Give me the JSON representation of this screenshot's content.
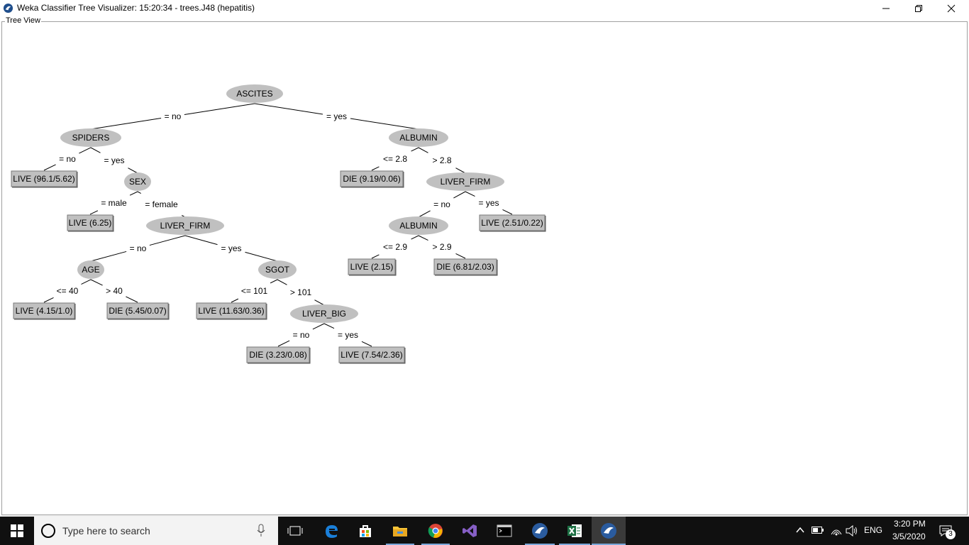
{
  "window": {
    "title": "Weka Classifier Tree Visualizer: 15:20:34 - trees.J48 (hepatitis)",
    "panel_title": "Tree View"
  },
  "tree": {
    "nodes": [
      {
        "id": "n_ascites",
        "label": "ASCITES",
        "kind": "attr"
      },
      {
        "id": "n_spiders",
        "label": "SPIDERS",
        "kind": "attr"
      },
      {
        "id": "n_albumin1",
        "label": "ALBUMIN",
        "kind": "attr"
      },
      {
        "id": "l1",
        "label": "LIVE (96.1/5.62)",
        "kind": "leaf"
      },
      {
        "id": "n_sex",
        "label": "SEX",
        "kind": "attr"
      },
      {
        "id": "l2",
        "label": "DIE (9.19/0.06)",
        "kind": "leaf"
      },
      {
        "id": "n_liverfirm2",
        "label": "LIVER_FIRM",
        "kind": "attr"
      },
      {
        "id": "l3",
        "label": "LIVE (6.25)",
        "kind": "leaf"
      },
      {
        "id": "n_liverfirm1",
        "label": "LIVER_FIRM",
        "kind": "attr"
      },
      {
        "id": "n_albumin2",
        "label": "ALBUMIN",
        "kind": "attr"
      },
      {
        "id": "l4",
        "label": "LIVE (2.51/0.22)",
        "kind": "leaf"
      },
      {
        "id": "n_age",
        "label": "AGE",
        "kind": "attr"
      },
      {
        "id": "n_sgot",
        "label": "SGOT",
        "kind": "attr"
      },
      {
        "id": "l5",
        "label": "LIVE (2.15)",
        "kind": "leaf"
      },
      {
        "id": "l6",
        "label": "DIE (6.81/2.03)",
        "kind": "leaf"
      },
      {
        "id": "l7",
        "label": "LIVE (4.15/1.0)",
        "kind": "leaf"
      },
      {
        "id": "l8",
        "label": "DIE (5.45/0.07)",
        "kind": "leaf"
      },
      {
        "id": "l9",
        "label": "LIVE (11.63/0.36)",
        "kind": "leaf"
      },
      {
        "id": "n_liverbig",
        "label": "LIVER_BIG",
        "kind": "attr"
      },
      {
        "id": "l10",
        "label": "DIE (3.23/0.08)",
        "kind": "leaf"
      },
      {
        "id": "l11",
        "label": "LIVE (7.54/2.36)",
        "kind": "leaf"
      }
    ],
    "edges": [
      {
        "from": "n_ascites",
        "to": "n_spiders",
        "label": "= no"
      },
      {
        "from": "n_ascites",
        "to": "n_albumin1",
        "label": "= yes"
      },
      {
        "from": "n_spiders",
        "to": "l1",
        "label": "= no"
      },
      {
        "from": "n_spiders",
        "to": "n_sex",
        "label": "= yes"
      },
      {
        "from": "n_albumin1",
        "to": "l2",
        "label": "<= 2.8"
      },
      {
        "from": "n_albumin1",
        "to": "n_liverfirm2",
        "label": "> 2.8"
      },
      {
        "from": "n_sex",
        "to": "l3",
        "label": "= male"
      },
      {
        "from": "n_sex",
        "to": "n_liverfirm1",
        "label": "= female"
      },
      {
        "from": "n_liverfirm2",
        "to": "n_albumin2",
        "label": "= no"
      },
      {
        "from": "n_liverfirm2",
        "to": "l4",
        "label": "= yes"
      },
      {
        "from": "n_liverfirm1",
        "to": "n_age",
        "label": "= no"
      },
      {
        "from": "n_liverfirm1",
        "to": "n_sgot",
        "label": "= yes"
      },
      {
        "from": "n_albumin2",
        "to": "l5",
        "label": "<= 2.9"
      },
      {
        "from": "n_albumin2",
        "to": "l6",
        "label": "> 2.9"
      },
      {
        "from": "n_age",
        "to": "l7",
        "label": "<= 40"
      },
      {
        "from": "n_age",
        "to": "l8",
        "label": "> 40"
      },
      {
        "from": "n_sgot",
        "to": "l9",
        "label": "<= 101"
      },
      {
        "from": "n_sgot",
        "to": "n_liverbig",
        "label": "> 101"
      },
      {
        "from": "n_liverbig",
        "to": "l10",
        "label": "= no"
      },
      {
        "from": "n_liverbig",
        "to": "l11",
        "label": "= yes"
      }
    ]
  },
  "taskbar": {
    "search_placeholder": "Type here to search",
    "icons": [
      "windows-start-icon",
      "search-icon",
      "microphone-icon",
      "task-view-icon",
      "edge-icon",
      "store-icon",
      "file-explorer-icon",
      "chrome-icon",
      "visual-studio-icon",
      "terminal-icon",
      "weka-icon",
      "excel-icon",
      "weka-icon"
    ],
    "language": "ENG",
    "time": "3:20 PM",
    "date": "3/5/2020",
    "notification_count": "3"
  },
  "colors": {
    "node_fill": "#c0c0c0",
    "leaf_fill": "#c0c0c0",
    "taskbar_bg": "#101010",
    "accent": "#7aa7d9"
  }
}
